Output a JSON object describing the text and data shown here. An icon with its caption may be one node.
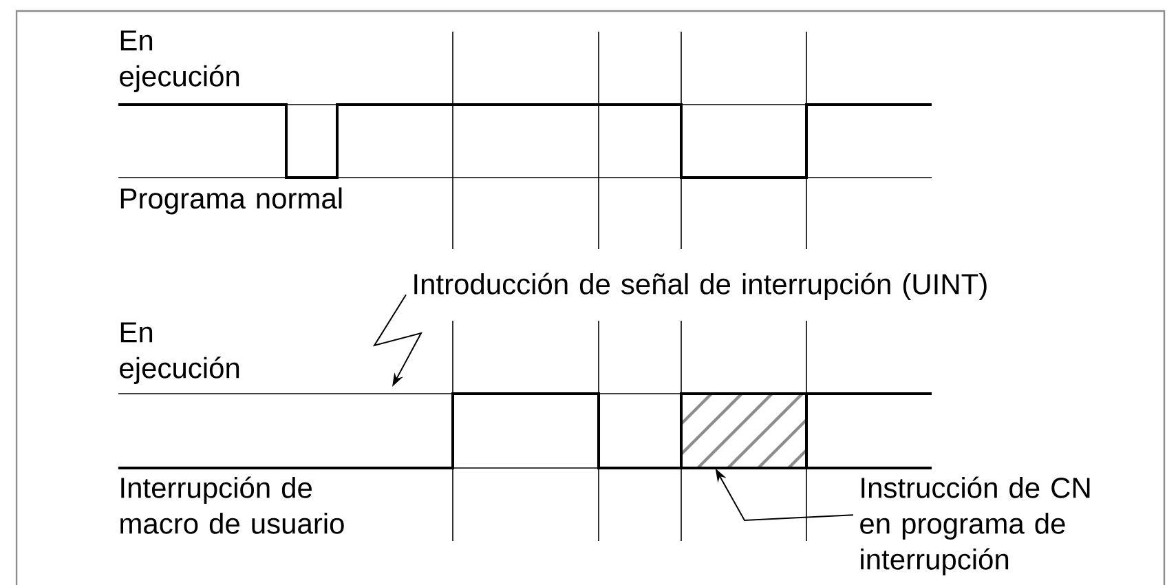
{
  "diagram": {
    "nodes": [
      {
        "text": [
          "En ejecución"
        ]
      },
      {
        "text": [
          "Programa normal"
        ]
      },
      {
        "text": [
          "Introducción de señal de interrupción (UINT)"
        ]
      },
      {
        "text": [
          "En ejecución"
        ]
      },
      {
        "text": [
          "Interrupción de macro de usuario"
        ]
      },
      {
        "text": [
          "Instrucción de CN en programa de interrupción"
        ]
      },
      {
        "text": [],
        "shape": "box"
      }
    ],
    "edges": [
      {
        "from": 2,
        "to": null,
        "arrow": "to"
      },
      {
        "from": 5,
        "to": 6,
        "arrow": "to"
      }
    ]
  }
}
